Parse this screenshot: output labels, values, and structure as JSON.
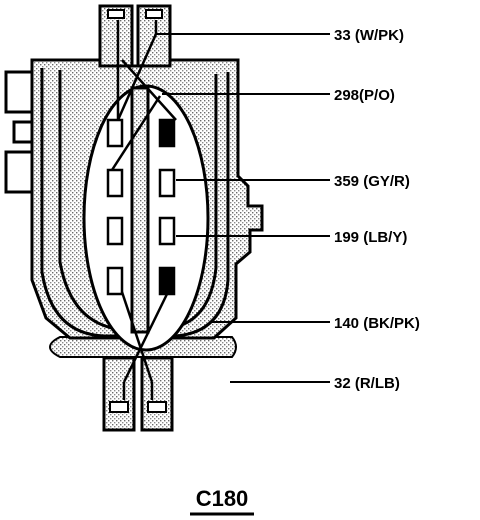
{
  "connector": {
    "name": "C180"
  },
  "wires": [
    {
      "circuit": "33",
      "color": "(W/PK)",
      "text": "33  (W/PK)"
    },
    {
      "circuit": "298",
      "color": "(P/O)",
      "text": "298(P/O)"
    },
    {
      "circuit": "359",
      "color": "(GY/R)",
      "text": "359  (GY/R)"
    },
    {
      "circuit": "199",
      "color": "(LB/Y)",
      "text": "199  (LB/Y)"
    },
    {
      "circuit": "140",
      "color": "(BK/PK)",
      "text": "140  (BK/PK)"
    },
    {
      "circuit": "32",
      "color": "(R/LB)",
      "text": "32  (R/LB)"
    }
  ],
  "style": {
    "ink": "#000000",
    "stipple": "#9a9a9a",
    "background": "#ffffff"
  }
}
